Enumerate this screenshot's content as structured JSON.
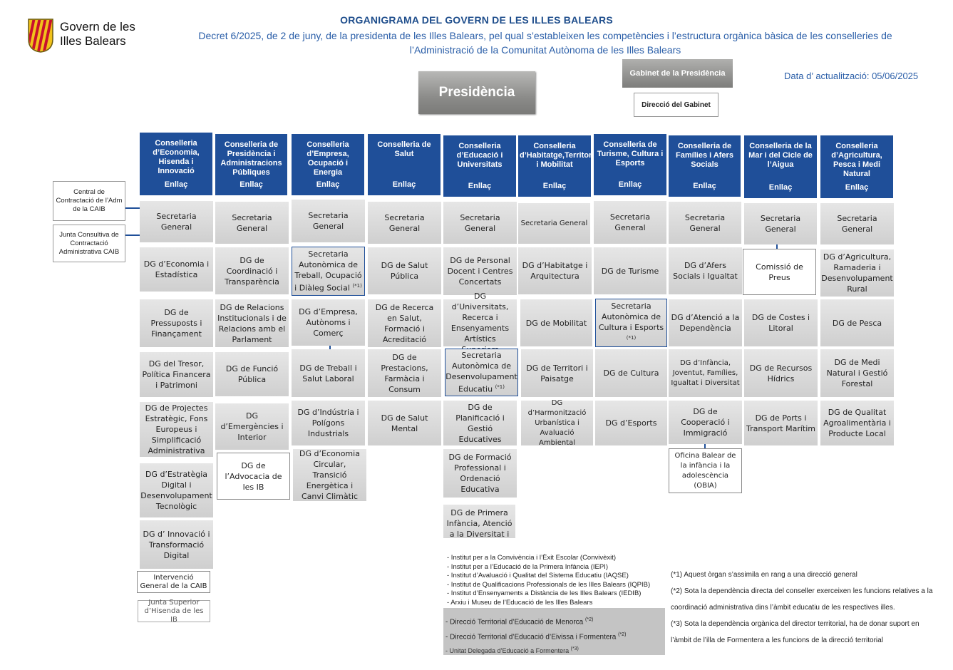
{
  "header": {
    "logo_line1": "Govern de les",
    "logo_line2": "Illes Balears",
    "title": "ORGANIGRAMA DEL GOVERN DE LES ILLES BALEARS",
    "subtitle_line1": "Decret 6/2025, de 2 de juny, de la presidenta de les Illes Balears, pel qual s’estableixen les competències i l’estructura orgànica bàsica de les conselleries de",
    "subtitle_line2": "l’Administració de la Comunitat Autònoma de les Illes Balears",
    "date": "Data d’ actualització: 05/06/2025"
  },
  "top": {
    "presidencia": "Presidència",
    "gabinet": "Gabinet de la Presidència",
    "direccio_gabinet": "Direcció del Gabinet"
  },
  "side_boxes": {
    "central": "Central de Contractació de l’Adm de la CAIB",
    "junta_consultiva": "Junta Consultiva de Contractació Administrativa CAIB"
  },
  "enllac": "Enllaç",
  "conselleries": [
    {
      "name": "Conselleria d’Economia, Hisenda i Innovació",
      "boxes": [
        "Secretaria General",
        "DG d’Economia i Estadística",
        "DG de Pressuposts i Finançament",
        "DG del Tresor, Política Financera i Patrimoni",
        "DG de Projectes Estratègic, Fons Europeus i Simplificació Administrativa",
        "DG d’Estratègia Digital i Desenvolupament Tecnològic",
        "DG d’ Innovació i Transformació Digital"
      ],
      "extra": [
        "Intervenció General de la CAIB",
        "Junta Superior d’Hisenda de les IB"
      ]
    },
    {
      "name": "Conselleria de Presidència i Administracions Públiques",
      "boxes": [
        "Secretaria General",
        "DG de Coordinació i Transparència",
        "DG de Relacions Institucionals i de Relacions amb el Parlament",
        "DG de Funció Pública",
        "DG d’Emergències i Interior",
        "DG de l’Advocacia de les IB"
      ]
    },
    {
      "name": "Conselleria d’Empresa, Ocupació i Energia",
      "boxes": [
        "Secretaria General",
        "Secretaria Autonòmica de Treball, Ocupació i Diàleg Social",
        "DG d’Empresa, Autònoms i Comerç",
        "DG de Treball i Salut Laboral",
        "DG d’Indústria i Polígons Industrials",
        "DG d’Economia Circular, Transició Energètica i Canvi Climàtic"
      ]
    },
    {
      "name": "Conselleria de Salut",
      "boxes": [
        "Secretaria General",
        "DG de Salut Pública",
        "DG de Recerca en Salut, Formació i Acreditació",
        "DG de Prestacions, Farmàcia i Consum",
        "DG de Salut Mental"
      ]
    },
    {
      "name": "Conselleria d’Educació i Universitats",
      "boxes": [
        "Secretaria General",
        "DG de Personal Docent i Centres Concertats",
        "DG d’Universitats, Recerca i Ensenyaments Artístics Superiors",
        "Secretaria Autonòmica de Desenvolupament Educatiu",
        "DG de Planificació i Gestió Educatives",
        "DG de Formació Professional i Ordenació Educativa",
        "DG de Primera Infància, Atenció a la Diversitat i Millora Educativa"
      ]
    },
    {
      "name": "Conselleria d’Habitatge,Territori i Mobilitat",
      "boxes": [
        "Secretaria General",
        "DG d’Habitatge i Arquitectura",
        "DG de Mobilitat",
        "DG de Territori i Paisatge",
        "DG d’Harmonització Urbanística i Avaluació Ambiental"
      ]
    },
    {
      "name": "Conselleria de Turisme, Cultura i Esports",
      "boxes": [
        "Secretaria General",
        "DG de Turisme",
        "Secretaria Autonòmica de Cultura i Esports",
        "DG de Cultura",
        "DG d’Esports"
      ]
    },
    {
      "name": "Conselleria de Famílies i Afers Socials",
      "boxes": [
        "Secretaria General",
        "DG d’Afers Socials i Igualtat",
        "DG d’Atenció a la Dependència",
        "DG d’Infància, Joventut, Famílies, Igualtat i Diversitat",
        "DG de Cooperació i Immigració",
        "Oficina Balear de la infància i la adolescència (OBIA)"
      ]
    },
    {
      "name": "Conselleria de la Mar i del Cicle de l’Aigua",
      "boxes": [
        "Secretaria General",
        "Comissió de Preus",
        "DG de Costes i Litoral",
        "DG de Recursos Hídrics",
        "DG de Ports i Transport Marítim"
      ]
    },
    {
      "name": "Conselleria d’Agricultura, Pesca i Medi Natural",
      "boxes": [
        "Secretaria General",
        "DG d’Agricultura, Ramaderia i Desenvolupament Rural",
        "DG de Pesca",
        "DG de Medi Natural i Gestió Forestal",
        "DG de Qualitat Agroalimentària i Producte Local"
      ]
    }
  ],
  "asterisk1": "(*1)",
  "asterisk2": "(*2)",
  "asterisk3": "(*3)",
  "institutes": [
    "- Institut per a la Convivència i l’Èxit Escolar (Convivèxit)",
    "- Institut per a l’Educació de la Primera Infància (IEPI)",
    "- Institut d’Avaluació i Qualitat del Sistema Educatiu (IAQSE)",
    "- Institut de Qualificacions Professionals de les Illes Balears (IQPIB)",
    "- Institut d’Ensenyaments a Distància de les Illes Balears (IEDIB)",
    "- Arxiu i Museu de l’Educació de les Illes Balears"
  ],
  "directions": [
    "- Direcció Territorial d’Educació de Menorca",
    "- Direcció Territorial d’Educació d’Eivissa i Formentera",
    "- Unitat Delegada d’Educació a Formentera"
  ],
  "notes": [
    "(*1) Aquest òrgan s’assimila en rang a una direcció general",
    "(*2) Sota la dependència directa del conseller exerceixen les funcions relatives a la",
    "coordinació administrativa dins l’àmbit educatiu de les respectives illes.",
    "(*3) Sota la dependència orgànica del director territorial, ha de donar suport en",
    "l’àmbit de l’illa de Formentera a les funcions de la direcció territorial"
  ],
  "colors": {
    "header_blue": "#1f4f99",
    "title_blue": "#1f4e8c",
    "box_grey": "#d9d9d9"
  }
}
